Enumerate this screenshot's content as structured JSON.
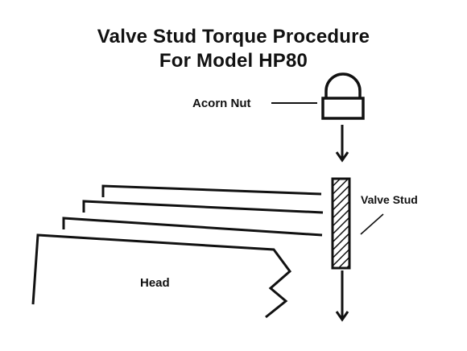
{
  "title": {
    "line1": "Valve Stud Torque Procedure",
    "line2": "For Model HP80"
  },
  "labels": {
    "acorn_nut": "Acorn Nut",
    "valve_stud": "Valve Stud",
    "head": "Head"
  },
  "colors": {
    "ink": "#111111",
    "background": "#ffffff"
  },
  "icons": [
    "acorn-nut-icon",
    "valve-stud-icon",
    "arrow-down-icon"
  ]
}
